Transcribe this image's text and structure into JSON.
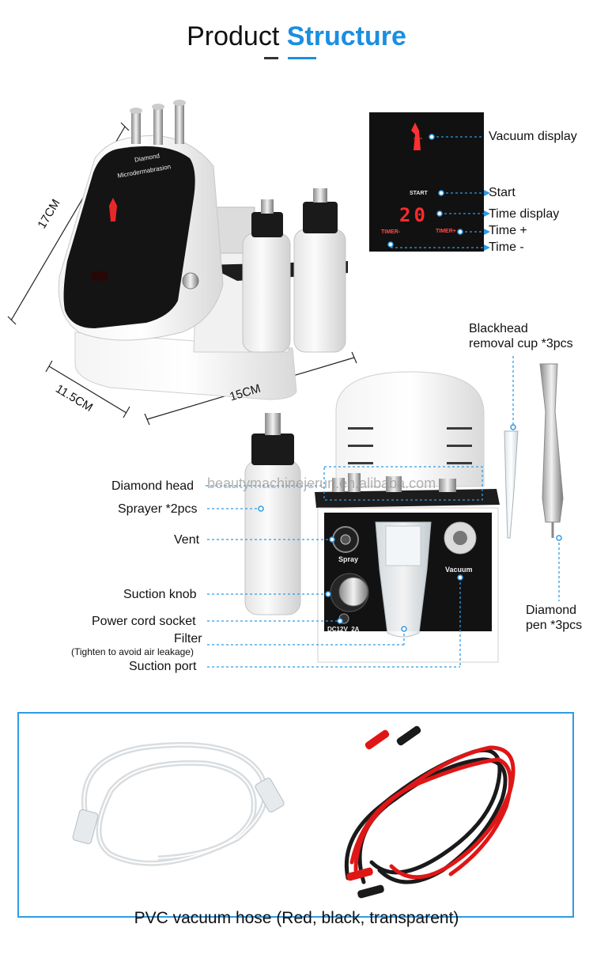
{
  "header": {
    "title_part1": "Product",
    "title_part2": "Structure"
  },
  "dimensions": {
    "height": "17CM",
    "depth": "11.5CM",
    "width": "15CM"
  },
  "device": {
    "brand_line1": "Diamond",
    "brand_line2": "Microdermabrasion",
    "panel_start": "START",
    "panel_timer_minus": "TIMER-",
    "panel_timer_plus": "TIMER+",
    "display_value": "20",
    "knob_spray": "Spray",
    "knob_vacuum": "Vacuum",
    "power_label": "DC12V  2A"
  },
  "display_labels": {
    "vacuum_display": "Vacuum display",
    "start": "Start",
    "time_display": "Time display",
    "time_plus": "Time +",
    "time_minus": "Time -"
  },
  "part_labels": {
    "blackhead_cup_line1": "Blackhead",
    "blackhead_cup_line2": "removal cup *3pcs",
    "diamond_head": "Diamond head",
    "sprayer": "Sprayer *2pcs",
    "vent": "Vent",
    "suction_knob": "Suction knob",
    "power_cord_socket": "Power cord socket",
    "filter": "Filter",
    "filter_note": "(Tighten to avoid air leakage)",
    "suction_port": "Suction port",
    "diamond_pen_line1": "Diamond",
    "diamond_pen_line2": "pen *3pcs"
  },
  "watermark": "beautymachinejerun.en.alibaba.com",
  "accessories": {
    "caption": "PVC vacuum hose (Red, black, transparent)"
  },
  "colors": {
    "accent": "#1a8fe0",
    "leader": "#2e9be6",
    "display_red": "#ff2a2a"
  }
}
